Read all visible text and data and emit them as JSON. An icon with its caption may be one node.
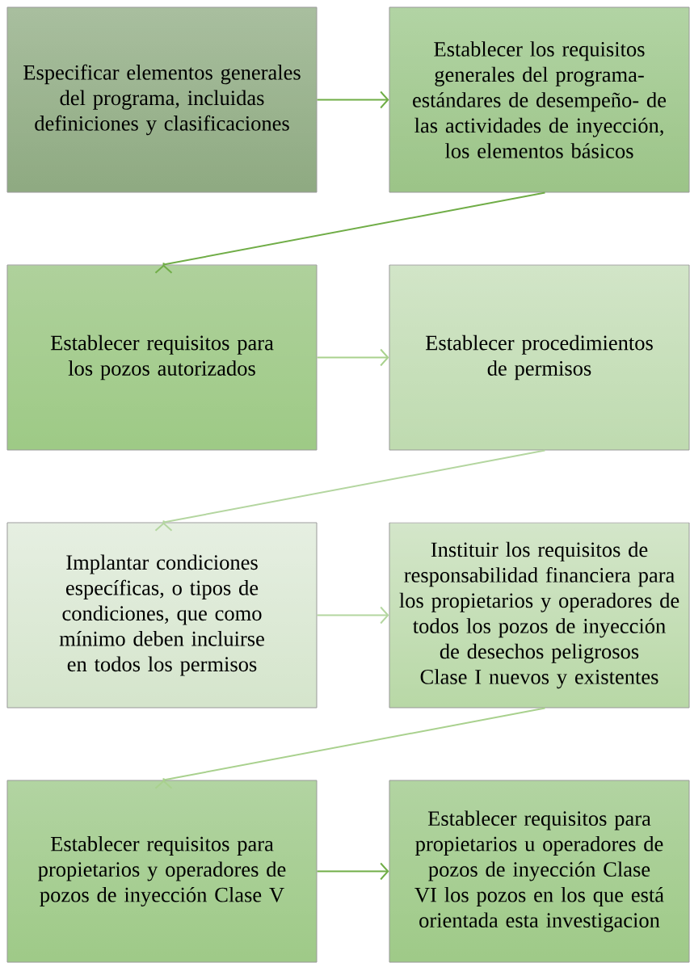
{
  "diagram": {
    "nodes": [
      {
        "text": [
          "Especificar elementos generales del programa, incluidas definiciones y clasificaciones"
        ]
      },
      {
        "text": [
          "Establecer los requisitos generales del programa- estándares de desempeño- de las actividades de inyección, los elementos básicos"
        ]
      },
      {
        "text": [
          "Establecer requisitos para los pozos autorizados"
        ]
      },
      {
        "text": [
          "Establecer procedimientos de permisos"
        ]
      },
      {
        "text": [
          "Implantar condiciones específicas, o tipos de condiciones, que como mínimo deben incluirse en todos los permisos"
        ]
      },
      {
        "text": [
          "Instituir los requisitos de responsabilidad financiera para los propietarios y operadores de todos los pozos de inyección de desechos peligrosos Clase I nuevos y existentes"
        ]
      },
      {
        "text": [
          "Establecer requisitos para propietarios y operadores de pozos de inyección Clase V"
        ]
      },
      {
        "text": [
          "Establecer requisitos para propietarios u operadores de pozos de inyección Clase VI los pozos en los que está orientada esta investigacion"
        ]
      }
    ],
    "edges": [
      {
        "from": 0,
        "to": 1,
        "arrow": "to",
        "color": "#70ad47"
      },
      {
        "from": 1,
        "to": 2,
        "arrow": "to",
        "color": "#70ad47"
      },
      {
        "from": 2,
        "to": 3,
        "arrow": "to",
        "color": "#a9d18e"
      },
      {
        "from": 3,
        "to": 4,
        "arrow": "to",
        "color": "#b4d6a0"
      },
      {
        "from": 4,
        "to": 5,
        "arrow": "to",
        "color": "#b4d6a0"
      },
      {
        "from": 5,
        "to": 6,
        "arrow": "to",
        "color": "#a9d18e"
      },
      {
        "from": 6,
        "to": 7,
        "arrow": "to",
        "color": "#70ad47"
      }
    ]
  }
}
